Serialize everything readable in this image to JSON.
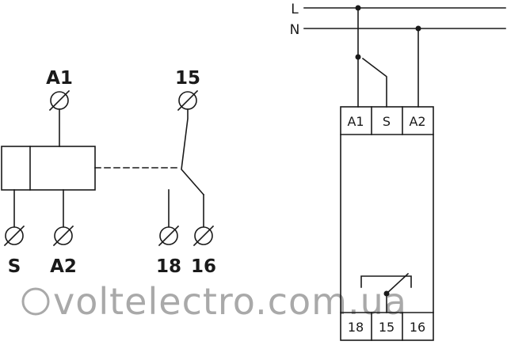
{
  "left_schematic": {
    "top_terminals": {
      "a1": "A1",
      "t15": "15"
    },
    "bottom_terminals": {
      "s": "S",
      "a2": "A2",
      "t18": "18",
      "t16": "16"
    }
  },
  "right_schematic": {
    "supply": {
      "l": "L",
      "n": "N"
    },
    "device": {
      "top_terminals": {
        "a1": "A1",
        "s": "S",
        "a2": "A2"
      },
      "bottom_terminals": {
        "t18": "18",
        "t15": "15",
        "t16": "16"
      }
    }
  },
  "watermark": {
    "text": "voltelectro.com.ua"
  },
  "colors": {
    "line": "#1a1a1a",
    "watermark": "#a9a9a9",
    "background": "#ffffff"
  }
}
